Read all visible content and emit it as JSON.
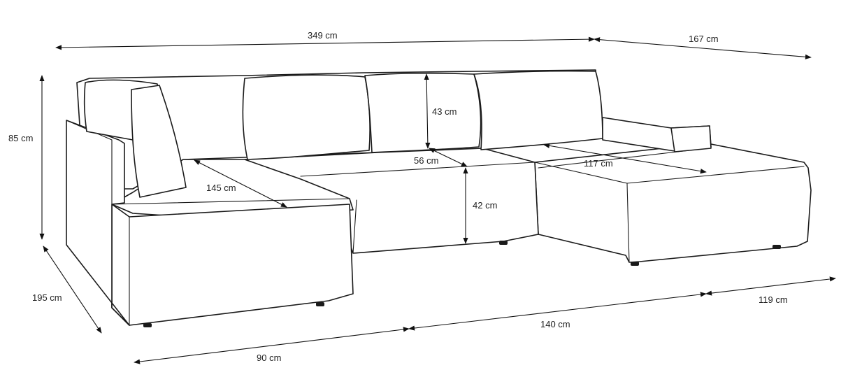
{
  "dimensions": {
    "total_width": "349 cm",
    "right_depth": "167 cm",
    "height": "85 cm",
    "left_depth": "195 cm",
    "backrest_height": "43 cm",
    "seat_depth": "56 cm",
    "left_chaise_length": "145 cm",
    "right_chaise_length": "117 cm",
    "seat_height": "42 cm",
    "left_width": "90 cm",
    "middle_width": "140 cm",
    "right_width": "119 cm"
  },
  "colors": {
    "line": "#1a1a1a",
    "background": "#ffffff"
  }
}
